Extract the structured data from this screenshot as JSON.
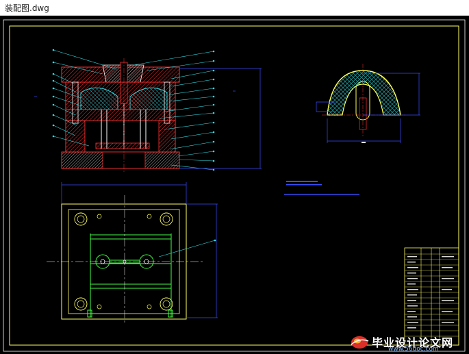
{
  "window": {
    "title": "装配图.dwg"
  },
  "watermark": {
    "text": "毕业设计论文网",
    "url": "www.56doc.com"
  },
  "colors": {
    "background": "#000000",
    "frame": "#ffff66",
    "red": "#ff3030",
    "cyan": "#35e0e8",
    "blue": "#3a4dff",
    "green": "#44ff44",
    "yellow_fill": "#ffff55",
    "white": "#ffffff"
  }
}
